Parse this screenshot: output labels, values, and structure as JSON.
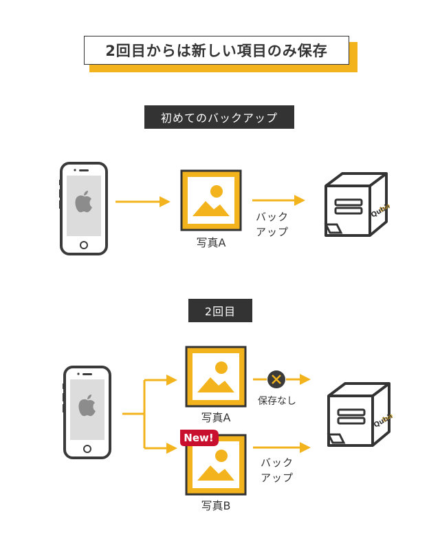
{
  "title": "2回目からは新しい項目のみ保存",
  "section1": {
    "label": "初めてのバックアップ",
    "photo_caption": "写真A",
    "arrow_label_line1": "バック",
    "arrow_label_line2": "アップ"
  },
  "section2": {
    "label": "2回目",
    "photoA_caption": "写真A",
    "photoB_caption": "写真B",
    "new_badge": "New!",
    "no_save_label": "保存なし",
    "arrow_label_line1": "バック",
    "arrow_label_line2": "アップ"
  },
  "device_brand": "Qubii Duo",
  "colors": {
    "accent": "#f2b31d",
    "dark": "#333333",
    "badge": "#c8102e"
  },
  "icons": [
    "iphone-icon",
    "photo-icon",
    "qubii-device-icon",
    "x-circle-icon",
    "arrow-icon"
  ]
}
